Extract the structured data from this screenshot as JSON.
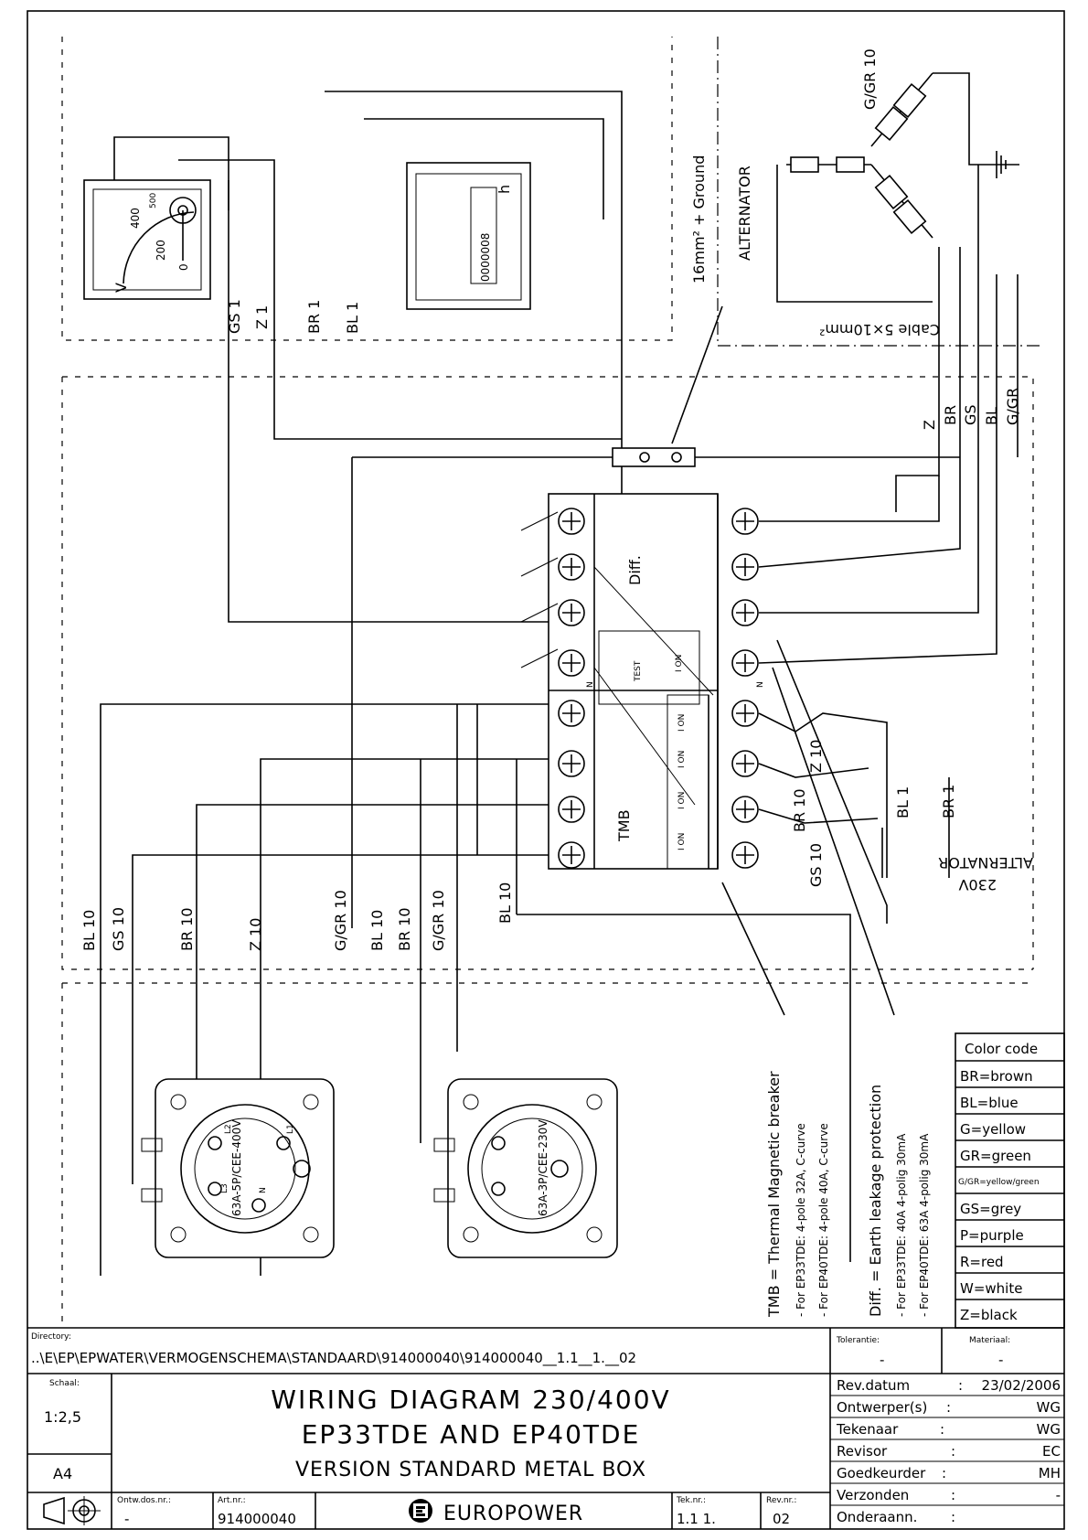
{
  "labels": {
    "ground_cable": "16mm² + Ground",
    "alternator_top": "ALTERNATOR",
    "cable_spec": "Cable 5×10mm²",
    "alternator_bottom": "ALTERNATOR",
    "alternator_voltage": "230V",
    "diff": "Diff.",
    "tmb": "TMB",
    "test": "TEST",
    "on": "I ON",
    "n": "N",
    "voltmeter_v": "V",
    "meter_ticks": [
      "0",
      "200",
      "400",
      "500"
    ],
    "hourmeter_unit": "h",
    "hourmeter_value": "0000008",
    "socket_5p": "63A-5P/CEE-400V",
    "socket_3p": "63A-3P/CEE-230V",
    "pin_l1": "L1",
    "pin_l2": "L2",
    "pin_l3": "L3",
    "pin_n": "N"
  },
  "wire_labels": {
    "gs1": "GS 1",
    "z1": "Z 1",
    "br1": "BR 1",
    "bl1": "BL 1",
    "z": "Z",
    "br": "BR",
    "gs": "GS",
    "bl": "BL",
    "ggr": "G/GR",
    "ggr10_top": "G/GR 10",
    "z10_right": "Z 10",
    "br10_right": "BR 10",
    "gs10_right": "GS 10",
    "bl1_alt": "BL 1",
    "br1_alt": "BR 1",
    "bottom": [
      "BL 10",
      "GS 10",
      "BR 10",
      "Z 10",
      "G/GR 10",
      "BL 10",
      "BR 10",
      "G/GR 10",
      "BL 10"
    ]
  },
  "notes": {
    "tmb_title": "TMB = Thermal Magnetic breaker",
    "tmb_ep33": "- For EP33TDE: 4-pole 32A, C-curve",
    "tmb_ep40": "- For EP40TDE: 4-pole 40A, C-curve",
    "diff_title": "Diff. = Earth leakage protection",
    "diff_ep33": "- For EP33TDE: 40A 4-polig 30mA",
    "diff_ep40": "- For EP40TDE: 63A 4-polig 30mA"
  },
  "color_code": {
    "title": "Color code",
    "items": [
      "BR=brown",
      "BL=blue",
      "G=yellow",
      "GR=green",
      "G/GR=yellow/green",
      "GS=grey",
      "P=purple",
      "R=red",
      "W=white",
      "Z=black"
    ]
  },
  "title_block": {
    "directory_label": "Directory:",
    "directory_value": "..\\E\\EP\\EPWATER\\VERMOGENSCHEMA\\STANDAARD\\914000040\\914000040__1.1__1.__02",
    "tolerantie_label": "Tolerantie:",
    "tolerantie_value": "-",
    "materiaal_label": "Materiaal:",
    "materiaal_value": "-",
    "schaal_label": "Schaal:",
    "schaal_value": "1:2,5",
    "format": "A4",
    "title_line1": "WIRING DIAGRAM 230/400V",
    "title_line2": "EP33TDE AND EP40TDE",
    "title_line3": "VERSION STANDARD METAL BOX",
    "rev_rows": [
      {
        "label": "Rev.datum",
        "sep": ":",
        "value": "23/02/2006"
      },
      {
        "label": "Ontwerper(s)",
        "sep": ":",
        "value": "WG"
      },
      {
        "label": "Tekenaar",
        "sep": ":",
        "value": "WG"
      },
      {
        "label": "Revisor",
        "sep": ":",
        "value": "EC"
      },
      {
        "label": "Goedkeurder",
        "sep": ":",
        "value": "MH"
      },
      {
        "label": "Verzonden",
        "sep": ":",
        "value": "-"
      },
      {
        "label": "Onderaann.",
        "sep": ":",
        "value": ""
      }
    ],
    "ontw_label": "Ontw.dos.nr.:",
    "ontw_value": "-",
    "art_label": "Art.nr.:",
    "art_value": "914000040",
    "brand": "EUROPOWER",
    "tek_label": "Tek.nr.:",
    "tek_value": "1.1 1.",
    "rev_label": "Rev.nr.:",
    "rev_value": "02"
  }
}
